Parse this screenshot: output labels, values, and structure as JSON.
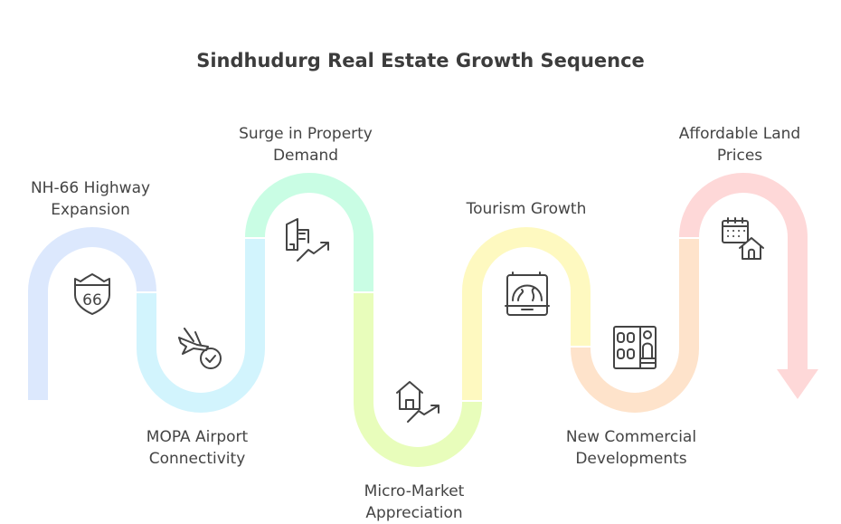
{
  "title": "Sindhudurg Real Estate Growth Sequence",
  "steps": [
    {
      "label": "NH-66 Highway Expansion",
      "icon": "highway-shield-66-icon",
      "icon_text": "66",
      "color": "#dce8fd"
    },
    {
      "label": "MOPA Airport Connectivity",
      "icon": "airplane-check-icon",
      "color": "#d2f4fd"
    },
    {
      "label": "Surge in Property Demand",
      "icon": "building-growth-icon",
      "color": "#c9fde4"
    },
    {
      "label": "Micro-Market Appreciation",
      "icon": "house-growth-icon",
      "color": "#e8fdbb"
    },
    {
      "label": "Tourism Growth",
      "icon": "suitcase-globe-icon",
      "color": "#fef9c0"
    },
    {
      "label": "New Commercial Developments",
      "icon": "commercial-building-icon",
      "color": "#fee3cb"
    },
    {
      "label": "Affordable Land Prices",
      "icon": "calendar-house-icon",
      "color": "#fed8d8"
    }
  ]
}
